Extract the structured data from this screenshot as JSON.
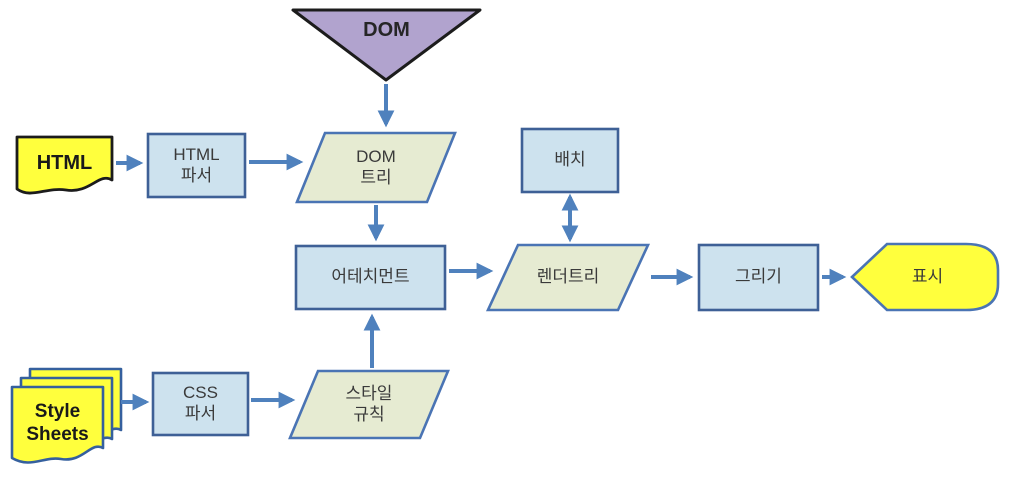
{
  "diagram": {
    "nodes": {
      "dom": {
        "label": "DOM",
        "shape": "inverted-triangle"
      },
      "html_doc": {
        "label": "HTML",
        "shape": "document"
      },
      "html_parser": {
        "label": "HTML\n파서",
        "shape": "process-box"
      },
      "dom_tree": {
        "label": "DOM\n트리",
        "shape": "parallelogram"
      },
      "layout": {
        "label": "배치",
        "shape": "process-box"
      },
      "attachment": {
        "label": "어테치먼트",
        "shape": "process-box"
      },
      "render_tree": {
        "label": "렌더트리",
        "shape": "parallelogram"
      },
      "painting": {
        "label": "그리기",
        "shape": "process-box"
      },
      "display": {
        "label": "표시",
        "shape": "display"
      },
      "style_sheets": {
        "label": "Style\nSheets",
        "shape": "document-stack"
      },
      "css_parser": {
        "label": "CSS\n파서",
        "shape": "process-box"
      },
      "style_rules": {
        "label": "스타일\n규칙",
        "shape": "parallelogram"
      }
    },
    "edges": [
      {
        "from": "dom",
        "to": "dom_tree",
        "bidirectional": false
      },
      {
        "from": "html_doc",
        "to": "html_parser",
        "bidirectional": false
      },
      {
        "from": "html_parser",
        "to": "dom_tree",
        "bidirectional": false
      },
      {
        "from": "dom_tree",
        "to": "attachment",
        "bidirectional": false
      },
      {
        "from": "attachment",
        "to": "render_tree",
        "bidirectional": false
      },
      {
        "from": "layout",
        "to": "render_tree",
        "bidirectional": true
      },
      {
        "from": "render_tree",
        "to": "painting",
        "bidirectional": false
      },
      {
        "from": "painting",
        "to": "display",
        "bidirectional": false
      },
      {
        "from": "style_sheets",
        "to": "css_parser",
        "bidirectional": false
      },
      {
        "from": "css_parser",
        "to": "style_rules",
        "bidirectional": false
      },
      {
        "from": "style_rules",
        "to": "attachment",
        "bidirectional": false
      }
    ],
    "colors": {
      "process_fill": "#cde2ee",
      "process_border": "#3e6096",
      "parallelogram_fill": "#e6ebd2",
      "parallelogram_border": "#4a74b4",
      "triangle_fill": "#b1a3ce",
      "yellow_fill": "#ffff3d",
      "black_border": "#1c1c1c",
      "blue_doc_border": "#35609e",
      "arrow": "#4f81bd",
      "text": "#3a3a3a"
    }
  }
}
